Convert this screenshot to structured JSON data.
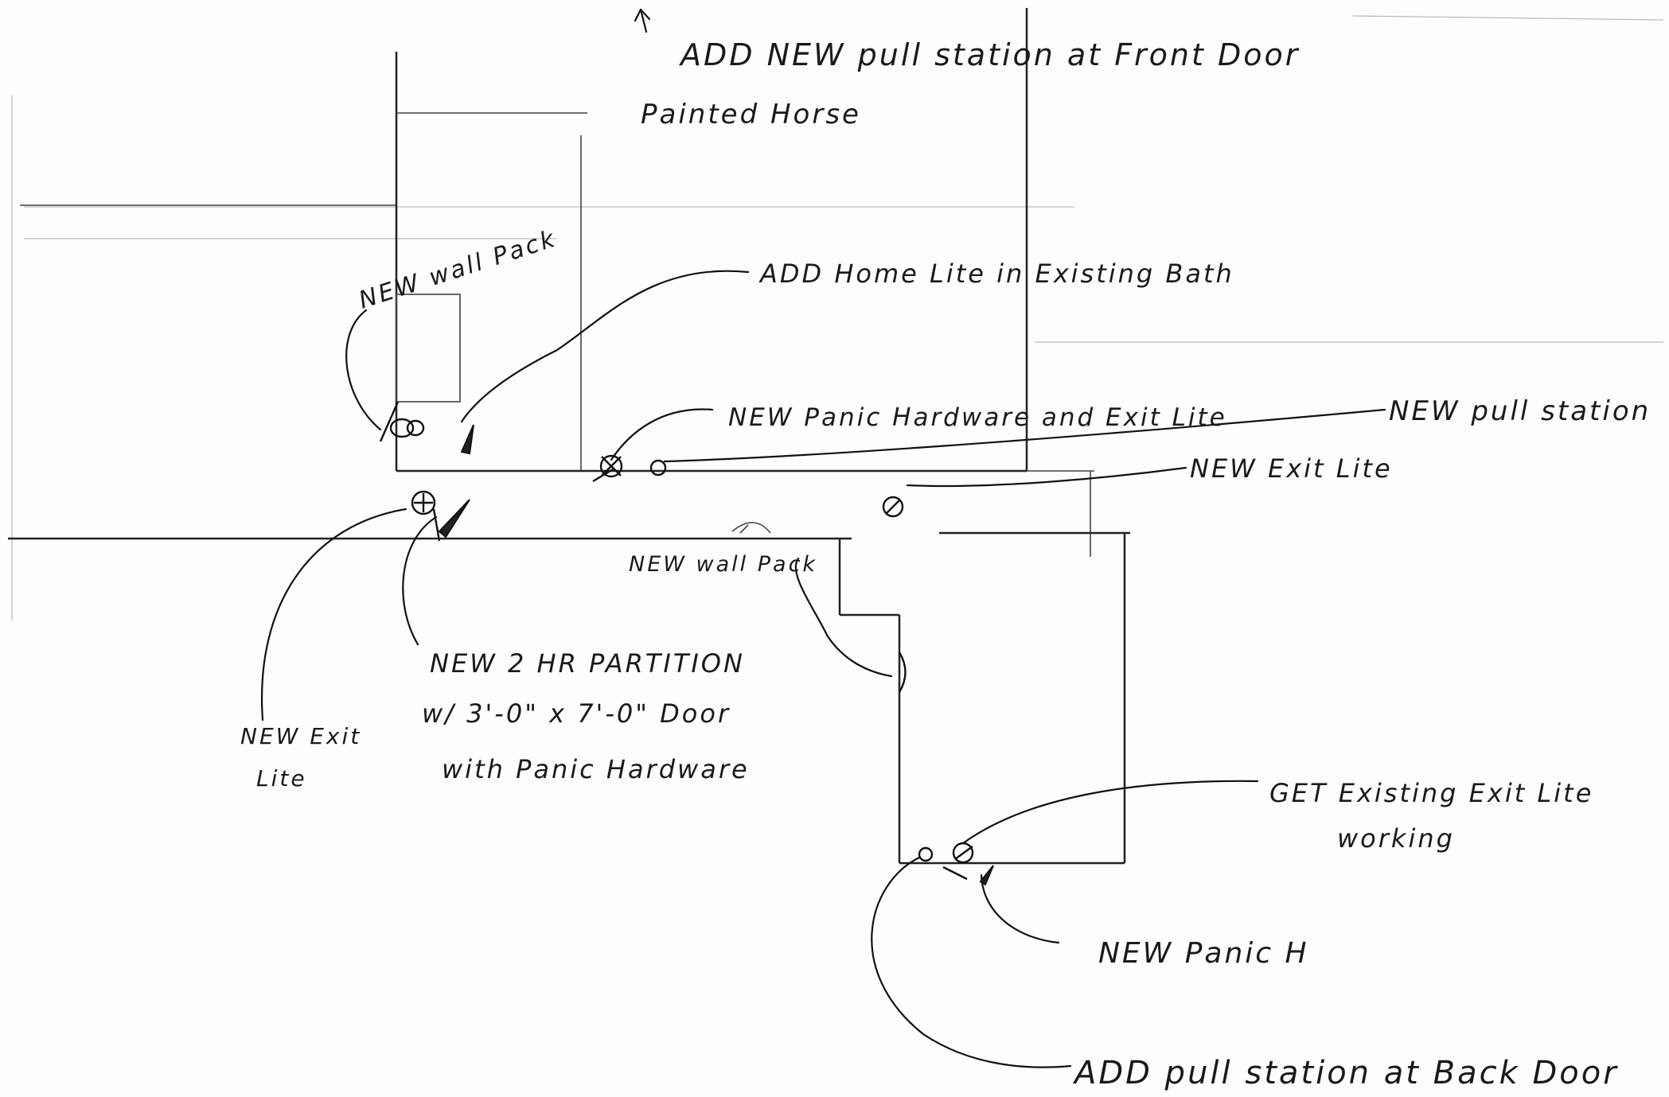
{
  "labels": {
    "front_pull": "ADD NEW pull station at Front Door",
    "painted_horse": "Painted Horse",
    "wall_pack_top": "NEW wall Pack",
    "home_lite": "ADD Home Lite in Existing Bath",
    "panic_exit": "NEW Panic Hardware and Exit Lite",
    "new_pull": "NEW pull station",
    "new_exit": "NEW Exit Lite",
    "wall_pack_mid": "NEW wall Pack",
    "partition_1": "NEW 2 HR PARTITION",
    "partition_2": "w/ 3'-0\" x 7'-0\" Door",
    "partition_3": "with Panic Hardware",
    "exit_left_1": "NEW Exit",
    "exit_left_2": "Lite",
    "existing_1": "GET Existing Exit Lite",
    "existing_2": "working",
    "panic_h": "NEW Panic H",
    "back_pull": "ADD pull station at Back Door"
  },
  "colors": {
    "ink": "#1a1a1a",
    "paper": "#fdfdfd"
  }
}
